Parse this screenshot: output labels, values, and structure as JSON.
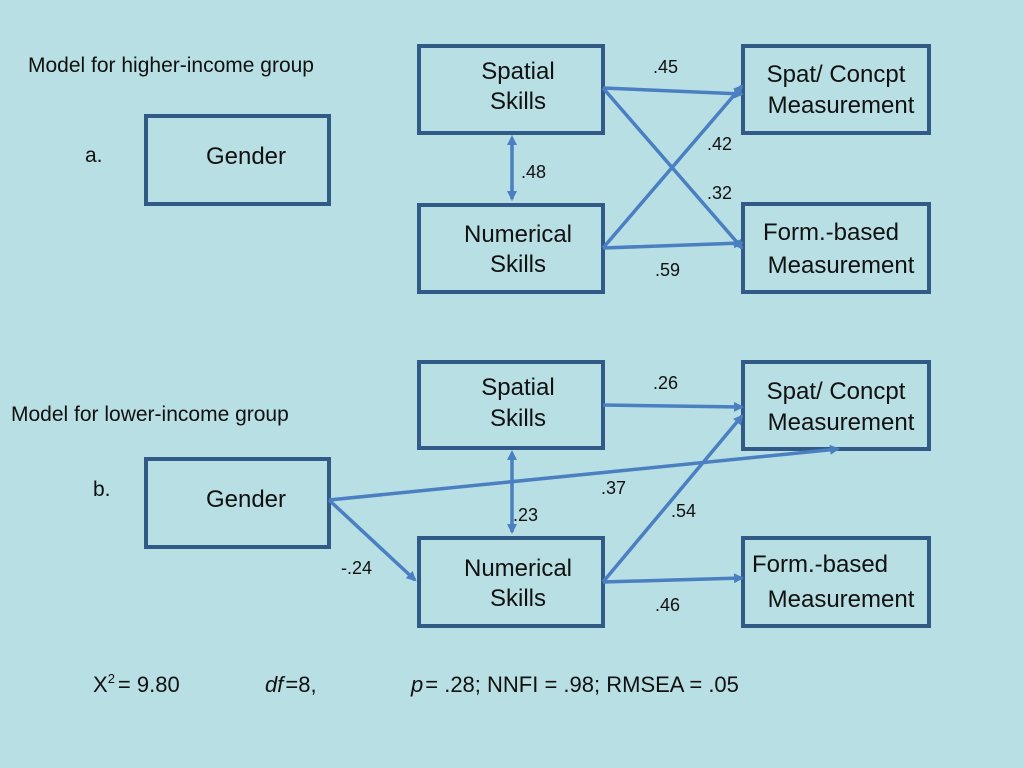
{
  "panel_a": {
    "title": "Model for higher-income group",
    "letter": "a.",
    "boxes": {
      "gender": "Gender",
      "spatial": [
        "Spatial",
        "Skills"
      ],
      "numerical": [
        "Numerical",
        "Skills"
      ],
      "spat_concpt": [
        "Spat/ Concpt",
        "Measurement"
      ],
      "form_based": [
        "Form.-based",
        "Measurement"
      ]
    },
    "paths": {
      "spatial_to_spat": ".45",
      "numerical_to_spat": ".42",
      "spatial_to_form": ".32",
      "numerical_to_form": ".59",
      "spatial_numerical": ".48"
    }
  },
  "panel_b": {
    "title": "Model for lower-income group",
    "letter": "b.",
    "boxes": {
      "gender": "Gender",
      "spatial": [
        "Spatial",
        "Skills"
      ],
      "numerical": [
        "Numerical",
        "Skills"
      ],
      "spat_concpt": [
        "Spat/ Concpt",
        "Measurement"
      ],
      "form_based": [
        "Form.-based",
        "Measurement"
      ]
    },
    "paths": {
      "spatial_to_spat": ".26",
      "gender_to_spat": ".37",
      "spatial_numerical": ".23",
      "numerical_to_spat": ".54",
      "gender_to_numerical": "-.24",
      "numerical_to_form": ".46"
    }
  },
  "fit": {
    "chi_symbol": "X",
    "chi_sup": "2",
    "chi_value": "= 9.80",
    "df_label": "df",
    "df_value": "=8,",
    "p_label": "p",
    "rest": "= .28; NNFI = .98; RMSEA = .05"
  },
  "colors": {
    "background": "#b8dfe3",
    "box_border": "#325a86",
    "arrow": "#4a7fc1"
  }
}
